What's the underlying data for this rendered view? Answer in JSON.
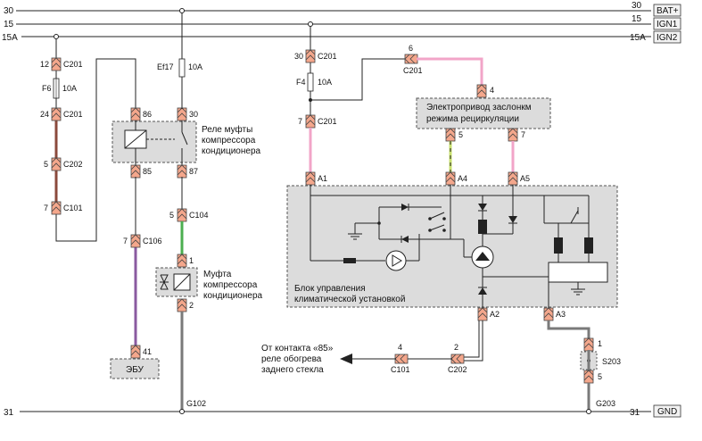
{
  "rails": {
    "r30": {
      "left": "30",
      "right": "30",
      "box": "BAT+"
    },
    "r15": {
      "left": "15",
      "right": "15",
      "box": "IGN1"
    },
    "r15a": {
      "left": "15A",
      "right": "15A",
      "box": "IGN2"
    },
    "r31": {
      "left": "31",
      "right": "31",
      "box": "GND"
    }
  },
  "fuses": {
    "f6": {
      "name": "F6",
      "rating": "10A"
    },
    "ef17": {
      "name": "Ef17",
      "rating": "10A"
    },
    "f4": {
      "name": "F4",
      "rating": "10A"
    }
  },
  "connectors": {
    "c201_top": {
      "pin": "12",
      "name": "C201"
    },
    "c201_mid": {
      "pin": "24",
      "name": "C201"
    },
    "c202": {
      "pin": "5",
      "name": "C202"
    },
    "c101": {
      "pin": "7",
      "name": "C101"
    },
    "c106": {
      "pin": "7",
      "name": "C106"
    },
    "ecu_pin": {
      "pin": "41"
    },
    "relay_86": {
      "pin": "86"
    },
    "relay_30": {
      "pin": "30"
    },
    "relay_85": {
      "pin": "85"
    },
    "relay_87": {
      "pin": "87"
    },
    "c104": {
      "pin": "5",
      "name": "C104"
    },
    "clutch_1": {
      "pin": "1"
    },
    "clutch_2": {
      "pin": "2"
    },
    "c201_f4top": {
      "pin": "30",
      "name": "C201"
    },
    "c201_f4bot": {
      "pin": "7",
      "name": "C201"
    },
    "c201_6": {
      "pin": "6",
      "name": "C201"
    },
    "act_4": {
      "pin": "4"
    },
    "act_5": {
      "pin": "5"
    },
    "act_7": {
      "pin": "7"
    },
    "a1": {
      "pin": "A1"
    },
    "a4": {
      "pin": "A4"
    },
    "a5": {
      "pin": "A5"
    },
    "a2": {
      "pin": "A2"
    },
    "a3": {
      "pin": "A3"
    },
    "c101_4": {
      "pin": "4",
      "name": "C101"
    },
    "c202_2": {
      "pin": "2",
      "name": "C202"
    },
    "s203_1": {
      "pin": "1"
    },
    "s203_5": {
      "pin": "5"
    },
    "s203": {
      "name": "S203"
    }
  },
  "components": {
    "relay_label": [
      "Реле муфты",
      "компрессора",
      "кондиционера"
    ],
    "clutch_label": [
      "Муфта",
      "компрессора",
      "кондиционера"
    ],
    "actuator_label": [
      "Электропривод заслонкм",
      "режима рециркуляции"
    ],
    "control_unit_label": [
      "Блок управления",
      "климатической установкой"
    ],
    "ecu_label": "ЭБУ",
    "rear_defrost_label": [
      "От контакта «85»",
      "реле обогрева",
      "заднего стекла"
    ]
  },
  "grounds": {
    "g102": "G102",
    "g203": "G203"
  },
  "colors": {
    "wire": "#222222",
    "connector_fill": "#f4a78c",
    "box_fill": "#dcdcdc",
    "box_stroke": "#555555",
    "wire_brown": "#8b4a3c",
    "wire_violet": "#8a5aa0",
    "wire_green": "#4caf50",
    "wire_gray": "#7a7a7a",
    "wire_pink": "#f2a5c8",
    "wire_yellow_green": "#c8e06e"
  }
}
